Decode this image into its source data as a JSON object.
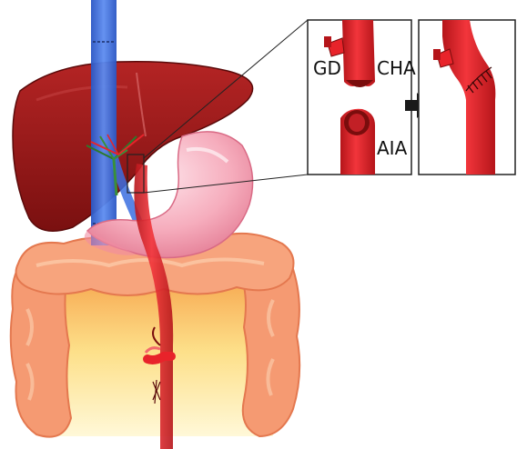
{
  "labels": {
    "gd": "GD",
    "cha": "CHA",
    "aia": "AIA"
  },
  "colors": {
    "artery": "#e8232a",
    "artery_dark": "#b5151a",
    "liver": "#9b1c1c",
    "stomach": "#f7b3c0",
    "colon": "#f6a37c",
    "vein": "#3b6fe0",
    "arrow": "#1a1a1a",
    "frame": "#222222"
  },
  "icons": {
    "transition_arrow": "right-arrow-icon"
  }
}
